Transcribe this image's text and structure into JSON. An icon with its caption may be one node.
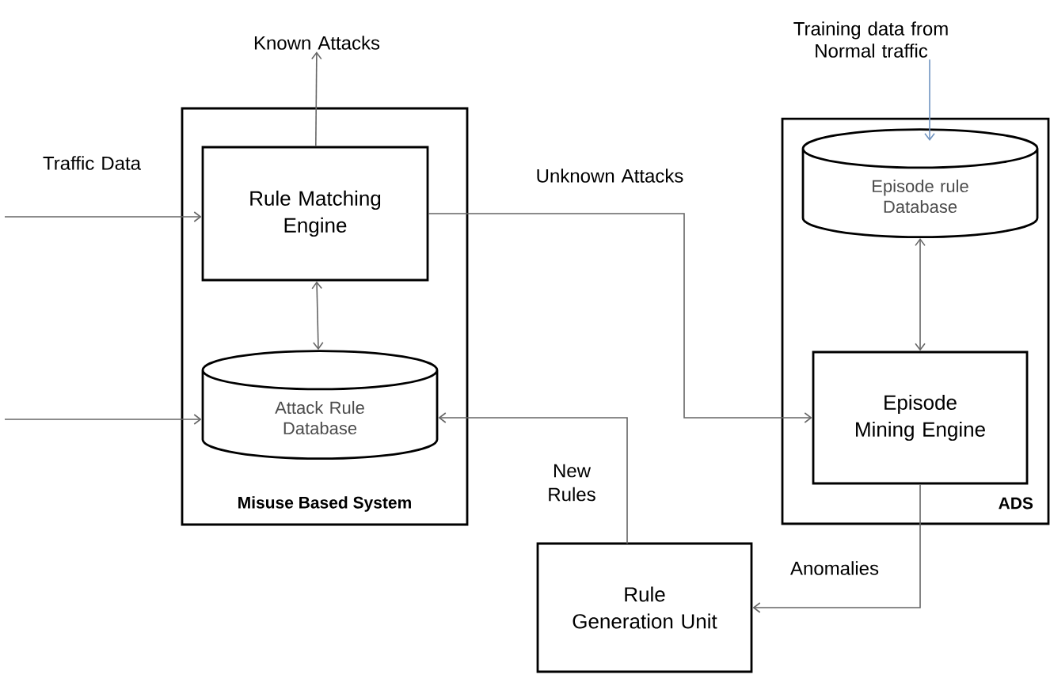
{
  "diagram": {
    "nodes": [
      {
        "text": [
          "Misuse Based System"
        ]
      },
      {
        "text": [
          "Rule Matching Engine"
        ],
        "in": 0
      },
      {
        "text": [
          "Attack Rule Database"
        ],
        "in": 0
      },
      {
        "text": [
          "ADS"
        ]
      },
      {
        "text": [
          "Episode rule Database"
        ],
        "in": 3
      },
      {
        "text": [
          "Episode Mining Engine"
        ],
        "in": 3
      },
      {
        "text": [
          "Rule Generation Unit"
        ]
      },
      {
        "text": [
          "Known Attacks"
        ]
      },
      {
        "text": [
          "Training data from Normal traffic"
        ]
      }
    ],
    "edges": [
      {
        "from": null,
        "to": 1,
        "arrow": "to",
        "label": "Traffic Data"
      },
      {
        "from": null,
        "to": 2,
        "arrow": "to"
      },
      {
        "from": 1,
        "to": 7,
        "arrow": "to"
      },
      {
        "from": 1,
        "to": 2,
        "arrow": "both"
      },
      {
        "from": 1,
        "to": 5,
        "arrow": "to",
        "label": "Unknown Attacks"
      },
      {
        "from": 5,
        "to": 6,
        "arrow": "to",
        "label": "Anomalies"
      },
      {
        "from": 6,
        "to": 2,
        "arrow": "to",
        "label": "New Rules"
      },
      {
        "from": 8,
        "to": 4,
        "arrow": "to",
        "color": "#6f93c0"
      },
      {
        "from": 4,
        "to": 5,
        "arrow": "both"
      }
    ]
  }
}
